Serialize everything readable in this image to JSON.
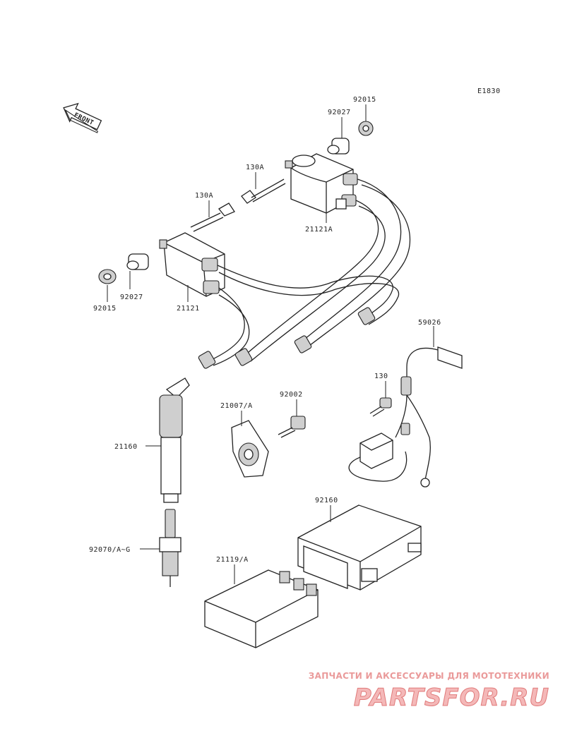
{
  "diagram_code": "E1830",
  "front_label": "FRONT",
  "parts": {
    "p92015_top": "92015",
    "p92027_top": "92027",
    "p130A_top": "130A",
    "p130A_left": "130A",
    "p21121A": "21121A",
    "p92027_left": "92027",
    "p92015_left": "92015",
    "p21121": "21121",
    "p59026": "59026",
    "p130": "130",
    "p21007A": "21007/A",
    "p92002": "92002",
    "p21160": "21160",
    "p92160": "92160",
    "p92070": "92070/A~G",
    "p21119A": "21119/A"
  },
  "watermark": {
    "tagline": "ЗАПЧАСТИ И АКСЕССУАРЫ ДЛЯ МОТОТЕХНИКИ",
    "brand": "PARTSFOR.RU"
  },
  "colors": {
    "line": "#222222",
    "watermark": "#e07a7a"
  }
}
